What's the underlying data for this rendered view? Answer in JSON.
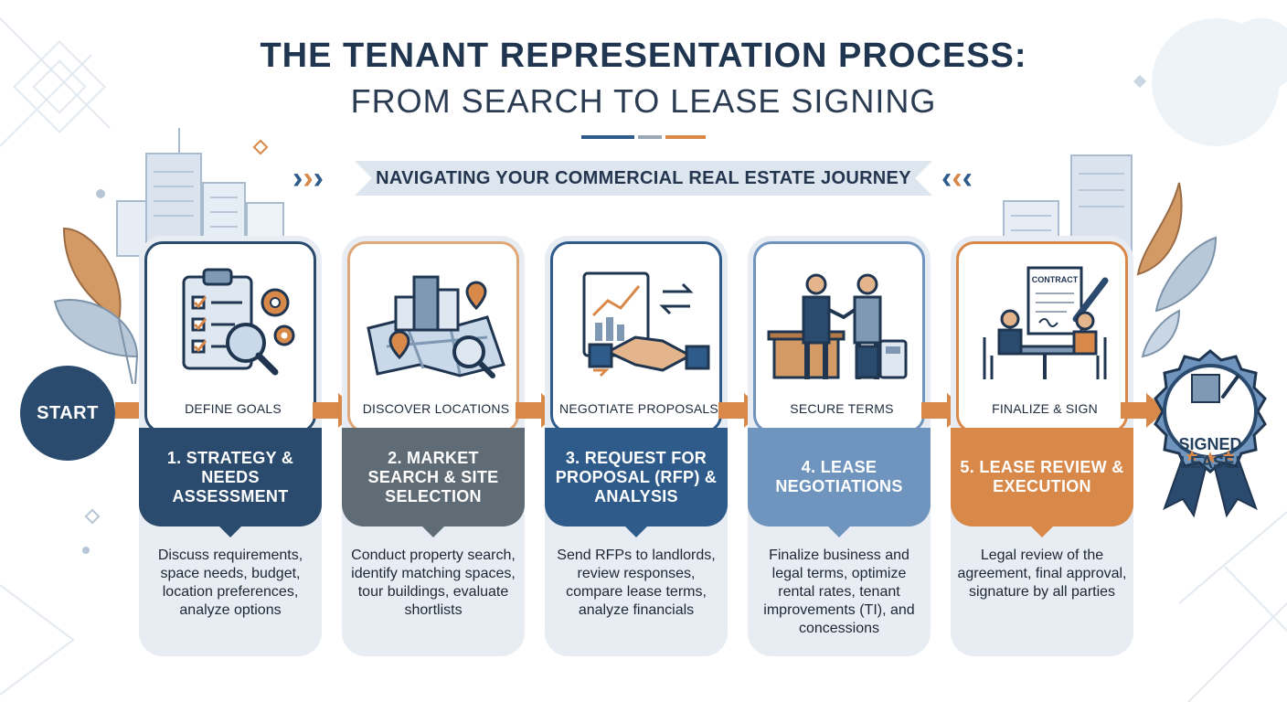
{
  "title": {
    "line1": "THE TENANT REPRESENTATION PROCESS:",
    "line2": "FROM SEARCH TO LEASE SIGNING"
  },
  "banner": "NAVIGATING YOUR COMMERCIAL REAL ESTATE JOURNEY",
  "start_label": "START",
  "badge": {
    "line1": "SIGNED",
    "line2": "LEASE!"
  },
  "colors": {
    "navy": "#2a4a6e",
    "slate": "#5f6b75",
    "blue": "#2f5b8a",
    "light_blue": "#6f95be",
    "orange": "#d8894a",
    "card_bg": "#e8edf3"
  },
  "steps": [
    {
      "label": "DEFINE GOALS",
      "heading": "1. STRATEGY & NEEDS ASSESSMENT",
      "description": "Discuss requirements, space needs, budget, location preferences, analyze options",
      "icon": "clipboard-magnifier-gears-icon"
    },
    {
      "label": "DISCOVER LOCATIONS",
      "heading": "2. MARKET SEARCH & SITE SELECTION",
      "description": "Conduct property search, identify matching spaces, tour buildings, evaluate shortlists",
      "icon": "city-map-pin-icon"
    },
    {
      "label": "NEGOTIATE PROPOSALS",
      "heading": "3. REQUEST FOR PROPOSAL (RFP) & ANALYSIS",
      "description": "Send RFPs to landlords, review responses, compare lease terms, analyze financials",
      "icon": "handshake-document-icon"
    },
    {
      "label": "SECURE TERMS",
      "heading": "4. LEASE NEGOTIATIONS",
      "description": "Finalize business and legal terms, optimize rental rates, tenant improvements (TI), and concessions",
      "icon": "business-handshake-icon"
    },
    {
      "label": "FINALIZE & SIGN",
      "heading": "5. LEASE REVIEW & EXECUTION",
      "description": "Legal review of the agreement, final approval, signature by all parties",
      "icon": "contract-signing-icon",
      "contract_word": "CONTRACT"
    }
  ]
}
